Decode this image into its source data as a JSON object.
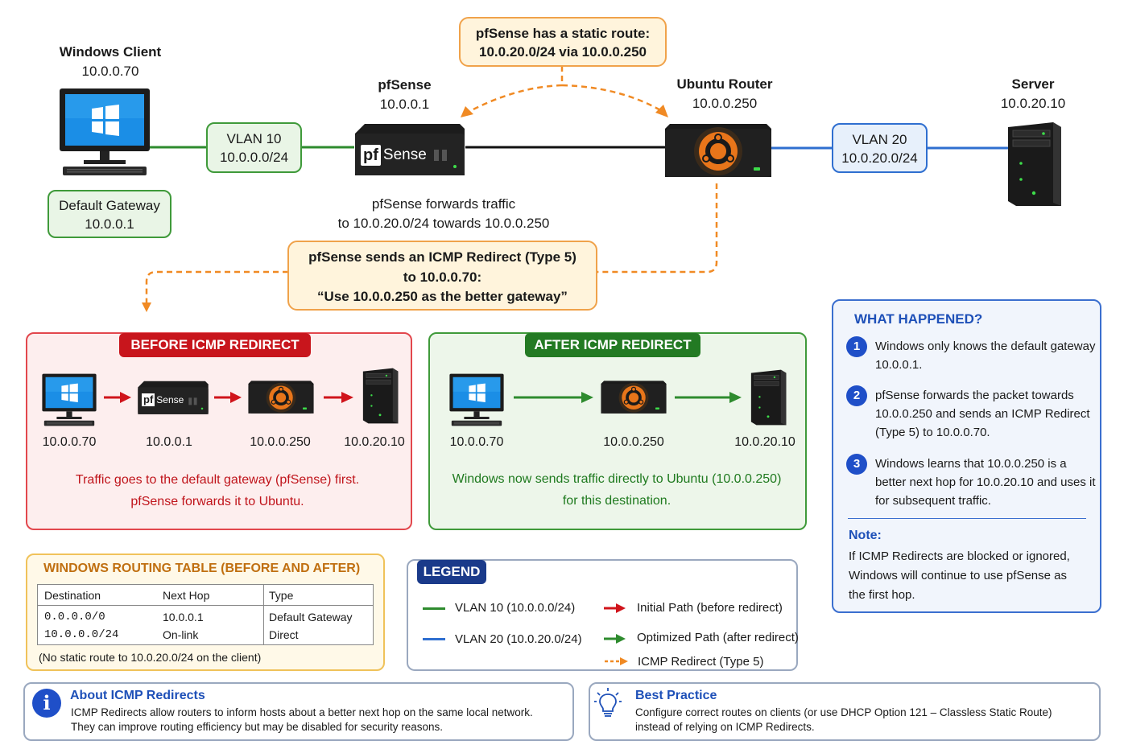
{
  "top": {
    "windows_client": {
      "name": "Windows Client",
      "ip": "10.0.0.70"
    },
    "default_gateway": {
      "label": "Default Gateway",
      "ip": "10.0.0.1"
    },
    "vlan10": {
      "name": "VLAN 10",
      "subnet": "10.0.0.0/24"
    },
    "pfsense": {
      "name": "pfSense",
      "ip": "10.0.0.1",
      "logo_pf": "pf",
      "logo_sense": "Sense"
    },
    "static_route": {
      "line1": "pfSense has a static route:",
      "line2": "10.0.20.0/24 via 10.0.0.250"
    },
    "ubuntu_router": {
      "name": "Ubuntu Router",
      "ip": "10.0.0.250"
    },
    "vlan20": {
      "name": "VLAN 20",
      "subnet": "10.0.20.0/24"
    },
    "server": {
      "name": "Server",
      "ip": "10.0.20.10"
    },
    "forward_note": {
      "line1": "pfSense forwards traffic",
      "line2": "to 10.0.20.0/24 towards 10.0.0.250"
    },
    "redirect_box": {
      "line1": "pfSense sends an ICMP Redirect (Type 5)",
      "line2": "to 10.0.0.70:",
      "line3": "“Use 10.0.0.250 as the better gateway”"
    }
  },
  "before": {
    "title": "BEFORE ICMP REDIRECT",
    "addrs": [
      "10.0.0.70",
      "10.0.0.1",
      "10.0.0.250",
      "10.0.20.10"
    ],
    "caption1": "Traffic goes to the default gateway (pfSense) first.",
    "caption2": "pfSense forwards it to Ubuntu."
  },
  "after": {
    "title": "AFTER ICMP REDIRECT",
    "addrs": [
      "10.0.0.70",
      "10.0.0.250",
      "10.0.20.10"
    ],
    "caption1": "Windows now sends traffic directly to Ubuntu (10.0.0.250)",
    "caption2": "for this destination."
  },
  "what_happened": {
    "title": "WHAT HAPPENED?",
    "items": [
      {
        "num": "1",
        "text": "Windows only knows the default gateway 10.0.0.1."
      },
      {
        "num": "2",
        "text": "pfSense forwards the packet towards 10.0.0.250 and sends an ICMP Redirect (Type 5) to 10.0.0.70."
      },
      {
        "num": "3",
        "text": "Windows learns that 10.0.0.250 is a better next hop for 10.0.20.10 and uses it for subsequent traffic."
      }
    ],
    "note_title": "Note:",
    "note_text": "If ICMP Redirects are blocked or ignored, Windows will continue to use pfSense as the first hop."
  },
  "routing_table": {
    "title": "WINDOWS ROUTING TABLE (BEFORE AND AFTER)",
    "headers": [
      "Destination",
      "Next Hop",
      "Type"
    ],
    "rows": [
      [
        "0.0.0.0/0",
        "10.0.0.1",
        "Default Gateway"
      ],
      [
        "10.0.0.0/24",
        "On-link",
        "Direct"
      ]
    ],
    "footnote": "(No static route to 10.0.20.0/24 on the client)"
  },
  "legend": {
    "title": "LEGEND",
    "vlan10": "VLAN 10 (10.0.0.0/24)",
    "vlan20": "VLAN 20 (10.0.20.0/24)",
    "initial": "Initial Path (before redirect)",
    "optimized": "Optimized Path (after redirect)",
    "icmp": "ICMP Redirect (Type 5)"
  },
  "about": {
    "title": "About ICMP Redirects",
    "line1": "ICMP Redirects allow routers to inform hosts about a better next hop on the same local network.",
    "line2": "They can improve routing efficiency but may be disabled for security reasons."
  },
  "best_practice": {
    "title": "Best Practice",
    "line1": "Configure correct routes on clients (or use DHCP Option 121 – Classless Static Route)",
    "line2": "instead of relying on ICMP Redirects."
  },
  "colors": {
    "vlan10": "#2e8b2e",
    "vlan20": "#2f6fd0",
    "red": "#d0141b",
    "orange": "#f08a24",
    "navy": "#1a3a8a"
  }
}
